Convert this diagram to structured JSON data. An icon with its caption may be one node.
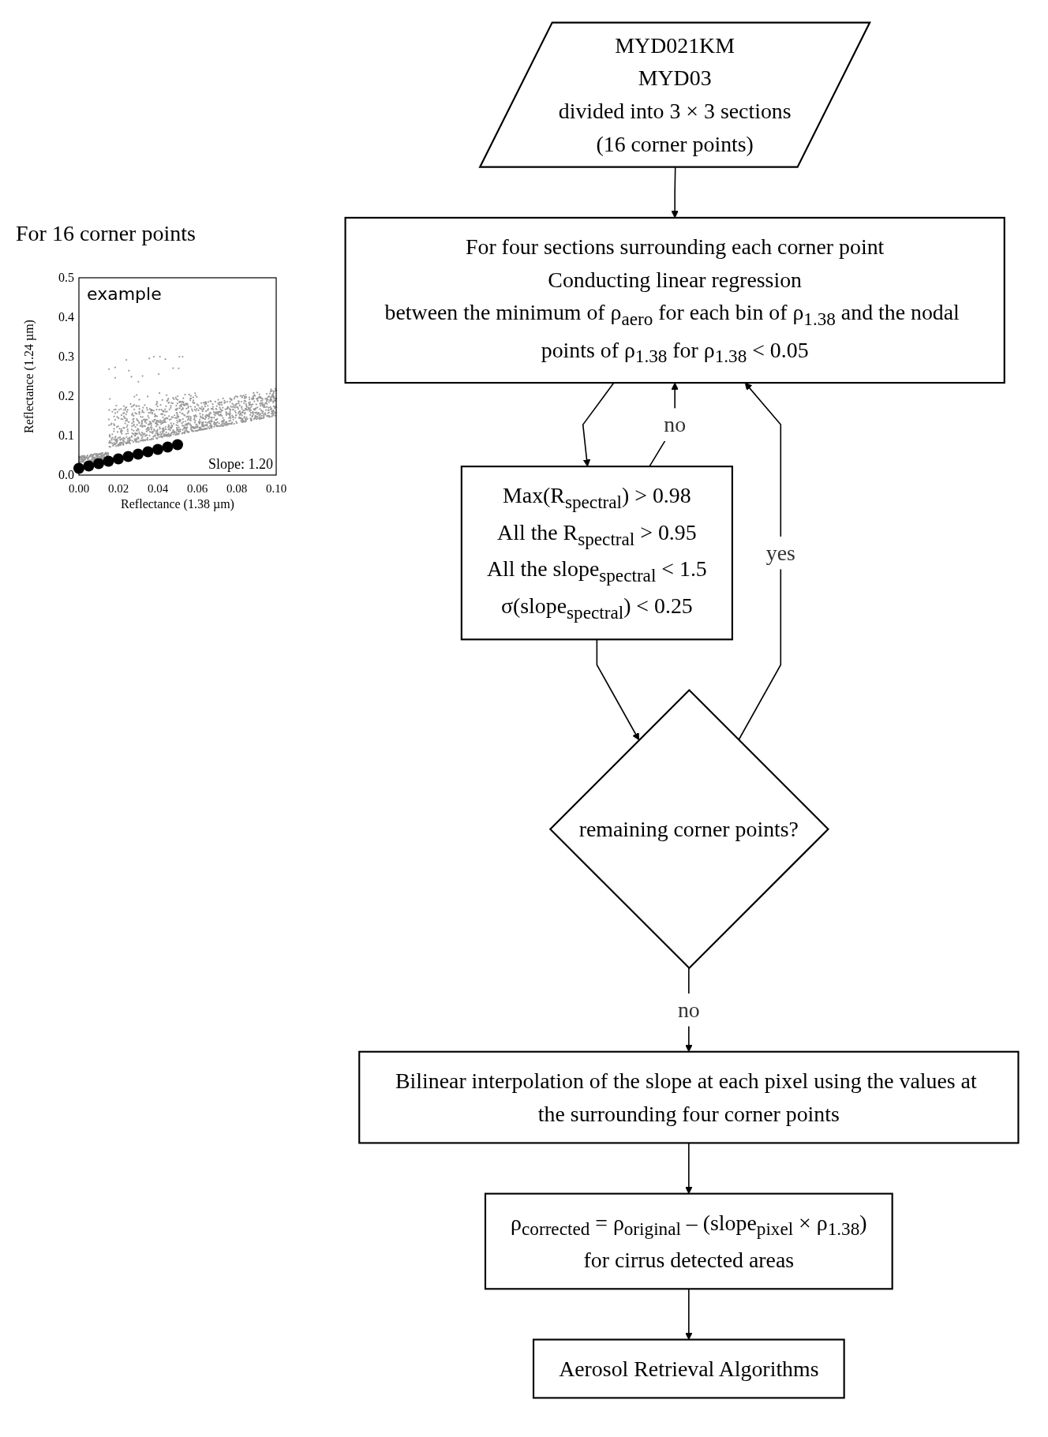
{
  "diagram": {
    "nodes": [
      {
        "text": [
          "MYD021KM",
          "MYD03",
          "divided into 3 × 3 sections",
          "(16 corner points)"
        ]
      },
      {
        "text": [
          "For four sections surrounding each corner point",
          "Conducting linear regression",
          "between the minimum of ρ$_{aero}$ for each bin of ρ$_{1.38}$ and the nodal points of ρ$_{1.38}$ for ρ$_{1.38}$ < 0.05"
        ]
      },
      {
        "text": [
          "Max(R$_{spectral}$) > 0.98",
          "All the R$_{spectral}$ > 0.95",
          "All the slope$_{spectral}$ < 1.5",
          "σ(slope$_{spectral}$) < 0.25"
        ]
      },
      {
        "text": [
          "remaining corner points?"
        ]
      },
      {
        "text": [
          "Bilinear interpolation of the slope at each pixel using the values at the surrounding four corner points"
        ]
      },
      {
        "text": [
          "ρ$_{corrected}$ = ρ$_{original}$ – (slope$_{pixel}$ × ρ$_{1.38}$)",
          "for cirrus detected areas"
        ]
      },
      {
        "text": [
          "Aerosol Retrieval Algorithms"
        ]
      }
    ],
    "edges": [
      {
        "from": 0,
        "to": 1,
        "arrow": "to"
      },
      {
        "from": 1,
        "to": 2,
        "arrow": "to"
      },
      {
        "from": 2,
        "to": 1,
        "arrow": "to",
        "label": "no"
      },
      {
        "from": 2,
        "to": 3,
        "arrow": "to"
      },
      {
        "from": 3,
        "to": 1,
        "arrow": "to",
        "label": "yes"
      },
      {
        "from": 3,
        "to": 4,
        "arrow": "to",
        "label": "no"
      },
      {
        "from": 4,
        "to": 5,
        "arrow": "to"
      },
      {
        "from": 5,
        "to": 6,
        "arrow": "to"
      }
    ],
    "labels": [
      "For 16 corner points",
      "example",
      "Reflectance (1.24 µm)",
      "0.5",
      "0.4",
      "0.3",
      "0.2",
      "0.1",
      "0.0",
      "Slope: 1.20",
      "0.00",
      "0.02",
      "0.04",
      "0.06",
      "0.08",
      "0.10",
      "Reflectance (1.38 µm)"
    ]
  }
}
